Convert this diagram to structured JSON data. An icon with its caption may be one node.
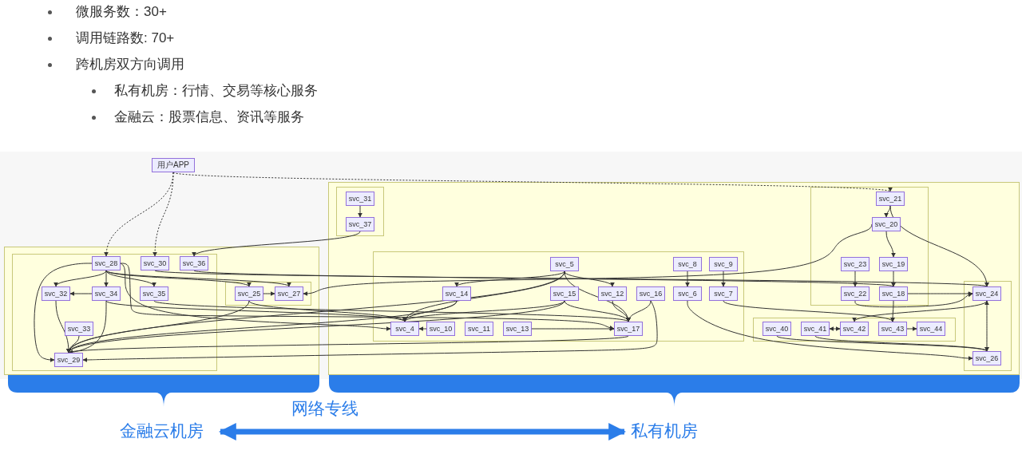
{
  "diagram": {
    "nodes": [
      {
        "text": [
          "用户APP"
        ]
      },
      {
        "text": [],
        "shape": "box"
      },
      {
        "text": [],
        "shape": "box",
        "in": 1
      },
      {
        "text": [
          "svc_28"
        ],
        "in": 2
      },
      {
        "text": [
          "svc_30"
        ],
        "in": 2
      },
      {
        "text": [
          "svc_36"
        ],
        "in": 2
      },
      {
        "text": [
          "svc_32"
        ],
        "in": 2
      },
      {
        "text": [
          "svc_34"
        ],
        "in": 2
      },
      {
        "text": [
          "svc_35"
        ],
        "in": 2
      },
      {
        "text": [
          "svc_33"
        ],
        "in": 2
      },
      {
        "text": [
          "svc_29"
        ],
        "in": 2
      },
      {
        "text": [],
        "shape": "box",
        "in": 1
      },
      {
        "text": [
          "svc_25"
        ],
        "in": 11
      },
      {
        "text": [
          "svc_27"
        ],
        "in": 11
      },
      {
        "text": [],
        "shape": "box"
      },
      {
        "text": [],
        "shape": "box",
        "in": 14
      },
      {
        "text": [
          "svc_31"
        ],
        "in": 15
      },
      {
        "text": [
          "svc_37"
        ],
        "in": 15
      },
      {
        "text": [],
        "shape": "box",
        "in": 14
      },
      {
        "text": [
          "svc_5"
        ],
        "in": 18
      },
      {
        "text": [
          "svc_8"
        ],
        "in": 18
      },
      {
        "text": [
          "svc_9"
        ],
        "in": 18
      },
      {
        "text": [
          "svc_14"
        ],
        "in": 18
      },
      {
        "text": [
          "svc_15"
        ],
        "in": 18
      },
      {
        "text": [
          "svc_12"
        ],
        "in": 18
      },
      {
        "text": [
          "svc_16"
        ],
        "in": 18
      },
      {
        "text": [
          "svc_6"
        ],
        "in": 18
      },
      {
        "text": [
          "svc_7"
        ],
        "in": 18
      },
      {
        "text": [
          "svc_4"
        ],
        "in": 18
      },
      {
        "text": [
          "svc_10"
        ],
        "in": 18
      },
      {
        "text": [
          "svc_11"
        ],
        "in": 18
      },
      {
        "text": [
          "svc_13"
        ],
        "in": 18
      },
      {
        "text": [
          "svc_17"
        ],
        "in": 18
      },
      {
        "text": [],
        "shape": "box",
        "in": 14
      },
      {
        "text": [
          "svc_21"
        ],
        "in": 33
      },
      {
        "text": [
          "svc_20"
        ],
        "in": 33
      },
      {
        "text": [
          "svc_23"
        ],
        "in": 33
      },
      {
        "text": [
          "svc_19"
        ],
        "in": 33
      },
      {
        "text": [
          "svc_22"
        ],
        "in": 33
      },
      {
        "text": [
          "svc_18"
        ],
        "in": 33
      },
      {
        "text": [],
        "shape": "box",
        "in": 14
      },
      {
        "text": [
          "svc_40"
        ],
        "in": 40
      },
      {
        "text": [
          "svc_41"
        ],
        "in": 40
      },
      {
        "text": [
          "svc_42"
        ],
        "in": 40
      },
      {
        "text": [
          "svc_43"
        ],
        "in": 40
      },
      {
        "text": [
          "svc_44"
        ],
        "in": 40
      },
      {
        "text": [],
        "shape": "box",
        "in": 14
      },
      {
        "text": [
          "svc_24"
        ],
        "in": 46
      },
      {
        "text": [
          "svc_26"
        ],
        "in": 46
      },
      {
        "text": [
          "金融云机房"
        ]
      },
      {
        "text": [
          "私有机房"
        ]
      },
      {
        "text": [],
        "shape": "bar"
      },
      {
        "text": [],
        "shape": "bar"
      }
    ],
    "edges": [
      {
        "from": 0,
        "to": 3,
        "arrow": "to",
        "style": "dashed"
      },
      {
        "from": 0,
        "to": 4,
        "arrow": "to",
        "style": "dashed"
      },
      {
        "from": 0,
        "to": 34,
        "arrow": "to",
        "style": "dashed"
      },
      {
        "from": 3,
        "to": 6,
        "arrow": "to"
      },
      {
        "from": 3,
        "to": 7,
        "arrow": "to"
      },
      {
        "from": 3,
        "to": 8,
        "arrow": "to"
      },
      {
        "from": 3,
        "to": 10,
        "arrow": "to"
      },
      {
        "from": 3,
        "to": 12,
        "arrow": "to"
      },
      {
        "from": 3,
        "to": 13,
        "arrow": "to"
      },
      {
        "from": 3,
        "to": 28,
        "arrow": "to"
      },
      {
        "from": 3,
        "to": 32,
        "arrow": "to"
      },
      {
        "from": 7,
        "to": 6,
        "arrow": "to"
      },
      {
        "from": 7,
        "to": 10,
        "arrow": "to"
      },
      {
        "from": 7,
        "to": 28,
        "arrow": "to"
      },
      {
        "from": 6,
        "to": 10,
        "arrow": "to"
      },
      {
        "from": 9,
        "to": 10,
        "arrow": "to"
      },
      {
        "from": 8,
        "to": 32,
        "arrow": "to"
      },
      {
        "from": 12,
        "to": 10,
        "arrow": "to"
      },
      {
        "from": 12,
        "to": 28,
        "arrow": "to"
      },
      {
        "from": 12,
        "to": 13,
        "arrow": "to"
      },
      {
        "from": 16,
        "to": 17,
        "arrow": "to"
      },
      {
        "from": 17,
        "to": 5,
        "arrow": "to"
      },
      {
        "from": 5,
        "to": 39,
        "arrow": "to"
      },
      {
        "from": 4,
        "to": 47,
        "arrow": "to"
      },
      {
        "from": 35,
        "to": 13,
        "arrow": "to"
      },
      {
        "from": 19,
        "to": 28,
        "arrow": "to"
      },
      {
        "from": 19,
        "to": 22,
        "arrow": "to"
      },
      {
        "from": 19,
        "to": 24,
        "arrow": "to"
      },
      {
        "from": 19,
        "to": 32,
        "arrow": "to"
      },
      {
        "from": 19,
        "to": 10,
        "arrow": "to"
      },
      {
        "from": 22,
        "to": 28,
        "arrow": "to"
      },
      {
        "from": 22,
        "to": 10,
        "arrow": "to"
      },
      {
        "from": 23,
        "to": 28,
        "arrow": "to"
      },
      {
        "from": 23,
        "to": 32,
        "arrow": "to"
      },
      {
        "from": 23,
        "to": 10,
        "arrow": "to"
      },
      {
        "from": 24,
        "to": 32,
        "arrow": "to"
      },
      {
        "from": 25,
        "to": 32,
        "arrow": "to"
      },
      {
        "from": 25,
        "to": 10,
        "arrow": "to"
      },
      {
        "from": 32,
        "to": 10,
        "arrow": "to"
      },
      {
        "from": 20,
        "to": 26,
        "arrow": "to"
      },
      {
        "from": 21,
        "to": 27,
        "arrow": "to"
      },
      {
        "from": 26,
        "to": 48,
        "arrow": "to"
      },
      {
        "from": 27,
        "to": 44,
        "arrow": "to"
      },
      {
        "from": 29,
        "to": 28,
        "arrow": "to"
      },
      {
        "from": 31,
        "to": 32,
        "arrow": "to"
      },
      {
        "from": 34,
        "to": 35,
        "arrow": "to"
      },
      {
        "from": 34,
        "to": 47,
        "arrow": "to"
      },
      {
        "from": 35,
        "to": 37,
        "arrow": "to"
      },
      {
        "from": 37,
        "to": 39,
        "arrow": "to"
      },
      {
        "from": 36,
        "to": 38,
        "arrow": "to"
      },
      {
        "from": 38,
        "to": 47,
        "arrow": "to"
      },
      {
        "from": 39,
        "to": 47,
        "arrow": "to"
      },
      {
        "from": 39,
        "to": 44,
        "arrow": "to"
      },
      {
        "from": 44,
        "to": 45,
        "arrow": "to"
      },
      {
        "from": 42,
        "to": 43,
        "arrow": "both"
      },
      {
        "from": 47,
        "to": 43,
        "arrow": "to"
      },
      {
        "from": 48,
        "to": 47,
        "arrow": "to"
      },
      {
        "from": 41,
        "to": 48,
        "arrow": "to"
      },
      {
        "from": 42,
        "to": 48,
        "arrow": "to"
      },
      {
        "from": 49,
        "to": 50,
        "arrow": "both",
        "style": "thick",
        "color": "#2b7de9",
        "label": "网络专线"
      }
    ],
    "labels": [
      "微服务数：30+",
      "调用链路数: 70+",
      "跨机房双方向调用",
      "私有机房：行情、交易等核心服务",
      "金融云：股票信息、资讯等服务"
    ]
  }
}
